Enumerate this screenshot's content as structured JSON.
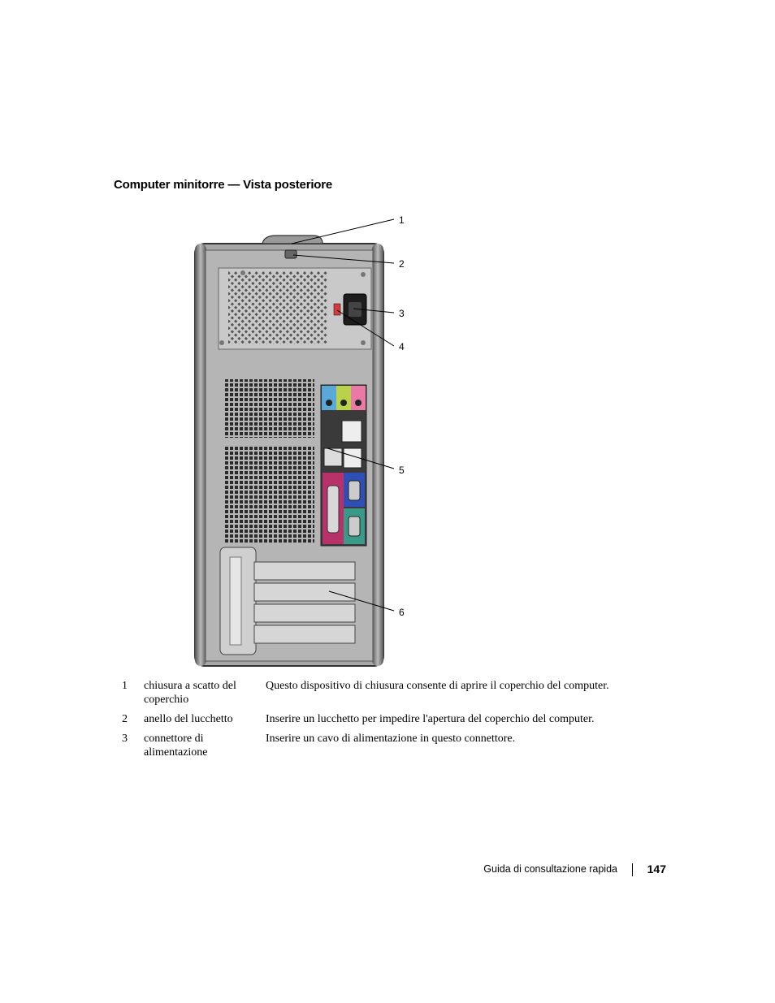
{
  "section": {
    "title": "Computer minitorre — Vista posteriore"
  },
  "figure": {
    "callouts": [
      "1",
      "2",
      "3",
      "4",
      "5",
      "6"
    ]
  },
  "legend": [
    {
      "num": "1",
      "name": "chiusura a scatto del coperchio",
      "desc": "Questo dispositivo di chiusura consente di aprire il coperchio del computer."
    },
    {
      "num": "2",
      "name": "anello del lucchetto",
      "desc": "Inserire un lucchetto per impedire l'apertura del coperchio del computer."
    },
    {
      "num": "3",
      "name": "connettore di alimentazione",
      "desc": "Inserire un cavo di alimentazione in questo connettore."
    }
  ],
  "footer": {
    "title": "Guida di consultazione rapida",
    "page_number": "147"
  }
}
